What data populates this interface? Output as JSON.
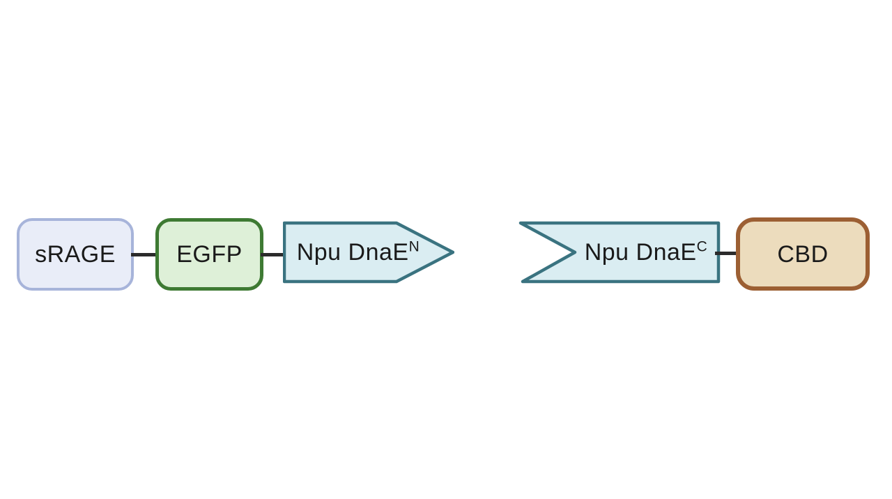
{
  "figure": {
    "description": "Split intein fusion construct diagram with two constructs",
    "background_color": "#ffffff",
    "text_color": "#1a1a1a",
    "connector_color": "#2b2b2b",
    "constructs": [
      {
        "name": "left-construct",
        "segments": [
          {
            "label": "sRAGE",
            "shape": "rounded-box",
            "fill": "#e9edf8",
            "border": "#a7b4da"
          },
          {
            "label": "EGFP",
            "shape": "rounded-box",
            "fill": "#def0d8",
            "border": "#3e7a33"
          },
          {
            "label_base": "Npu DnaE",
            "label_sup": "N",
            "shape": "arrow-right",
            "fill": "#daedf2",
            "border": "#3a7380"
          }
        ]
      },
      {
        "name": "right-construct",
        "segments": [
          {
            "label_base": "Npu DnaE",
            "label_sup": "C",
            "shape": "arrow-tail",
            "fill": "#daedf2",
            "border": "#3a7380"
          },
          {
            "label": "CBD",
            "shape": "rounded-box",
            "fill": "#ecdcbd",
            "border": "#9c5f33"
          }
        ]
      }
    ]
  }
}
